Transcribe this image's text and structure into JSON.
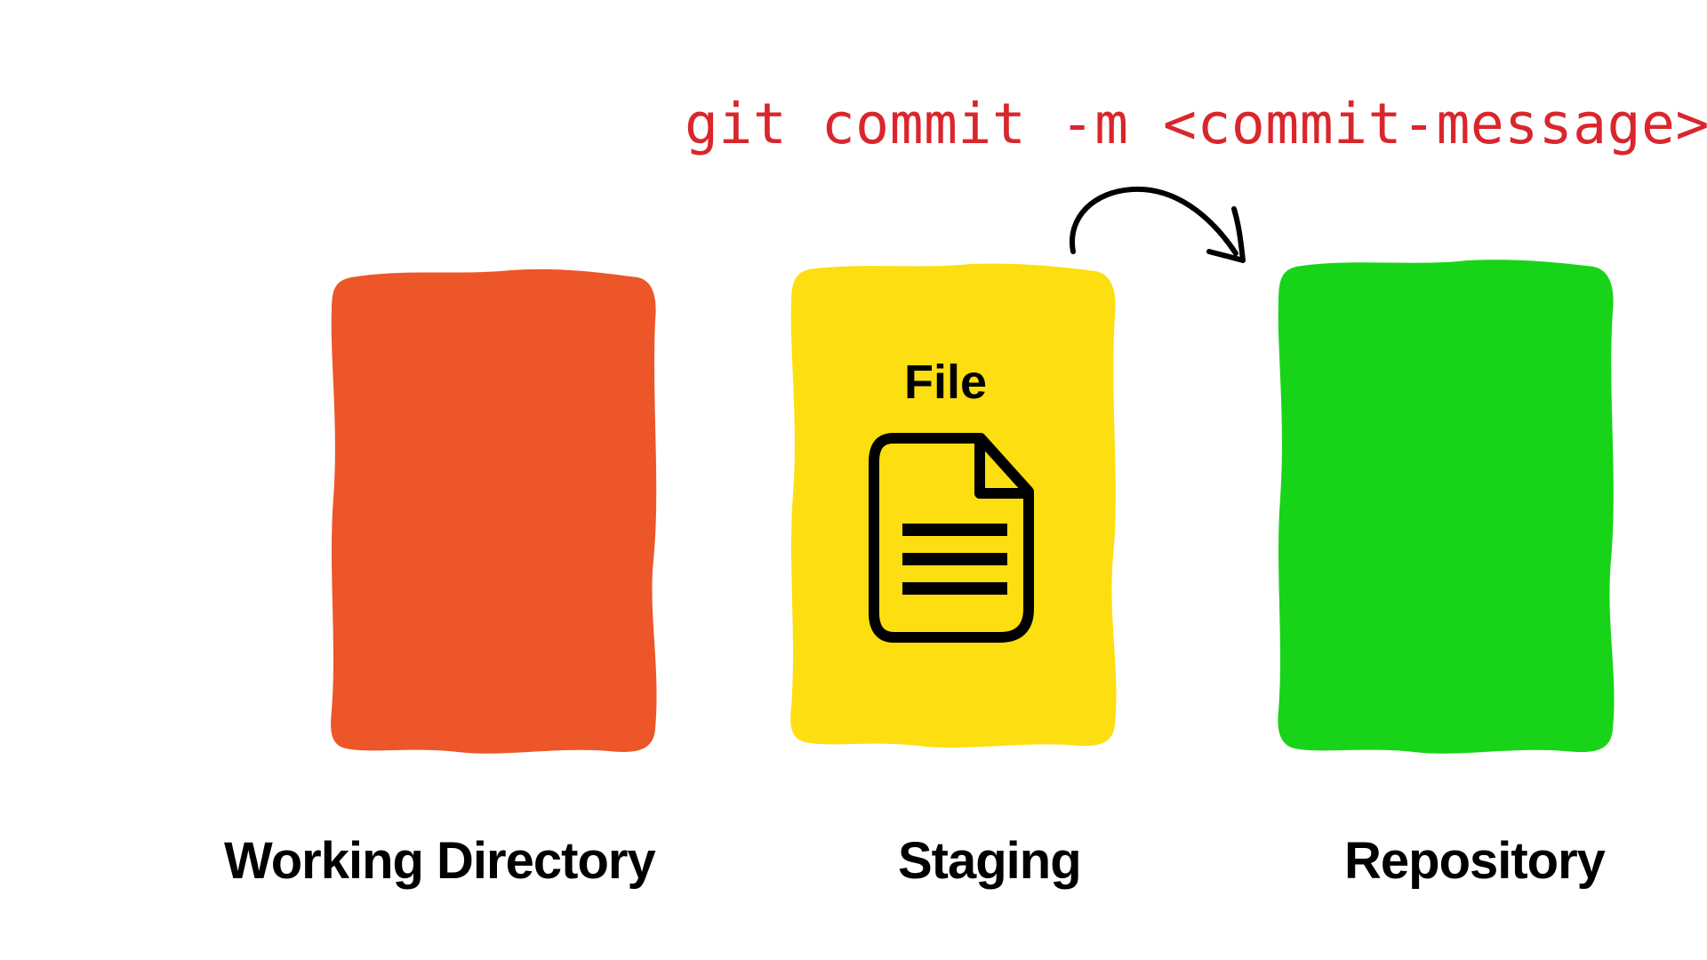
{
  "command": "git commit -m <commit-message>",
  "stages": [
    {
      "label": "Working Directory",
      "color": "#ec5628"
    },
    {
      "label": "Staging",
      "color": "#fdde10"
    },
    {
      "label": "Repository",
      "color": "#18d418"
    }
  ],
  "staging_item": {
    "title": "File",
    "icon": "document-icon"
  },
  "arrow": {
    "from": "Staging",
    "to": "Repository",
    "icon": "curved-arrow-icon"
  }
}
